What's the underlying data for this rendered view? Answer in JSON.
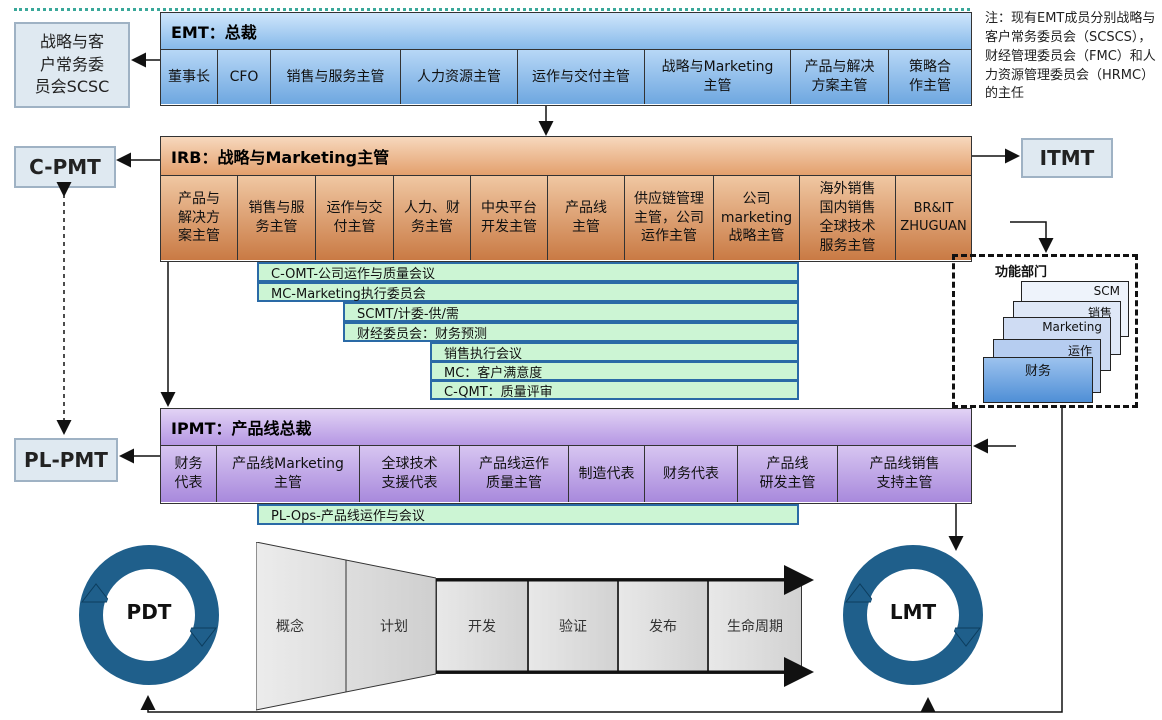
{
  "emt": {
    "title": "EMT：总裁",
    "cells": [
      "董事长",
      "CFO",
      "销售与服务主管",
      "人力资源主管",
      "运作与交付主管",
      "战略与Marketing\n主管",
      "产品与解决\n方案主管",
      "策略合\n作主管"
    ]
  },
  "left_boxes": {
    "scsc": "战略与客\n户常务委\n员会SCSC",
    "cpmt": "C-PMT",
    "plpmt": "PL-PMT"
  },
  "note": "注：现有EMT成员分别战略与客户常务委员会（SCSCS），财经管理委员会（FMC）和人力资源管理委员会（HRMC）的主任",
  "irb": {
    "title": "IRB：战略与Marketing主管",
    "cells": [
      "产品与\n解决方\n案主管",
      "销售与服\n务主管",
      "运作与交\n付主管",
      "人力、财\n务主管",
      "中央平台\n开发主管",
      "产品线\n主管",
      "供应链管理\n主管，公司\n运作主管",
      "公司\nmarketing\n战略主管",
      "海外销售\n国内销售\n全球技术\n服务主管",
      "BR&IT\nZHUGUAN"
    ]
  },
  "itmt": "ITMT",
  "meetings": [
    "C-OMT-公司运作与质量会议",
    "MC-Marketing执行委员会",
    "SCMT/计委-供/需",
    "财经委员会：财务预测",
    "销售执行会议",
    "MC：客户满意度",
    "C-QMT：质量评审"
  ],
  "functional": {
    "title": "功能部门",
    "cards": [
      "SCM",
      "销售",
      "Marketing",
      "运作",
      "财务"
    ]
  },
  "ipmt": {
    "title": "IPMT：产品线总裁",
    "cells": [
      "财务\n代表",
      "产品线Marketing\n主管",
      "全球技术\n支援代表",
      "产品线运作\n质量主管",
      "制造代表",
      "财务代表",
      "产品线\n研发主管",
      "产品线销售\n支持主管"
    ]
  },
  "plops": "PL-Ops-产品线运作与会议",
  "pdt": "PDT",
  "lmt": "LMT",
  "stages": [
    "概念",
    "计划",
    "开发",
    "验证",
    "发布",
    "生命周期"
  ],
  "colors": {
    "emt": "#86b9ea",
    "irb": "#e3a06d",
    "ipmt": "#b597e3",
    "meeting": "#ccf5d4",
    "cycle": "#1f5f8b"
  }
}
